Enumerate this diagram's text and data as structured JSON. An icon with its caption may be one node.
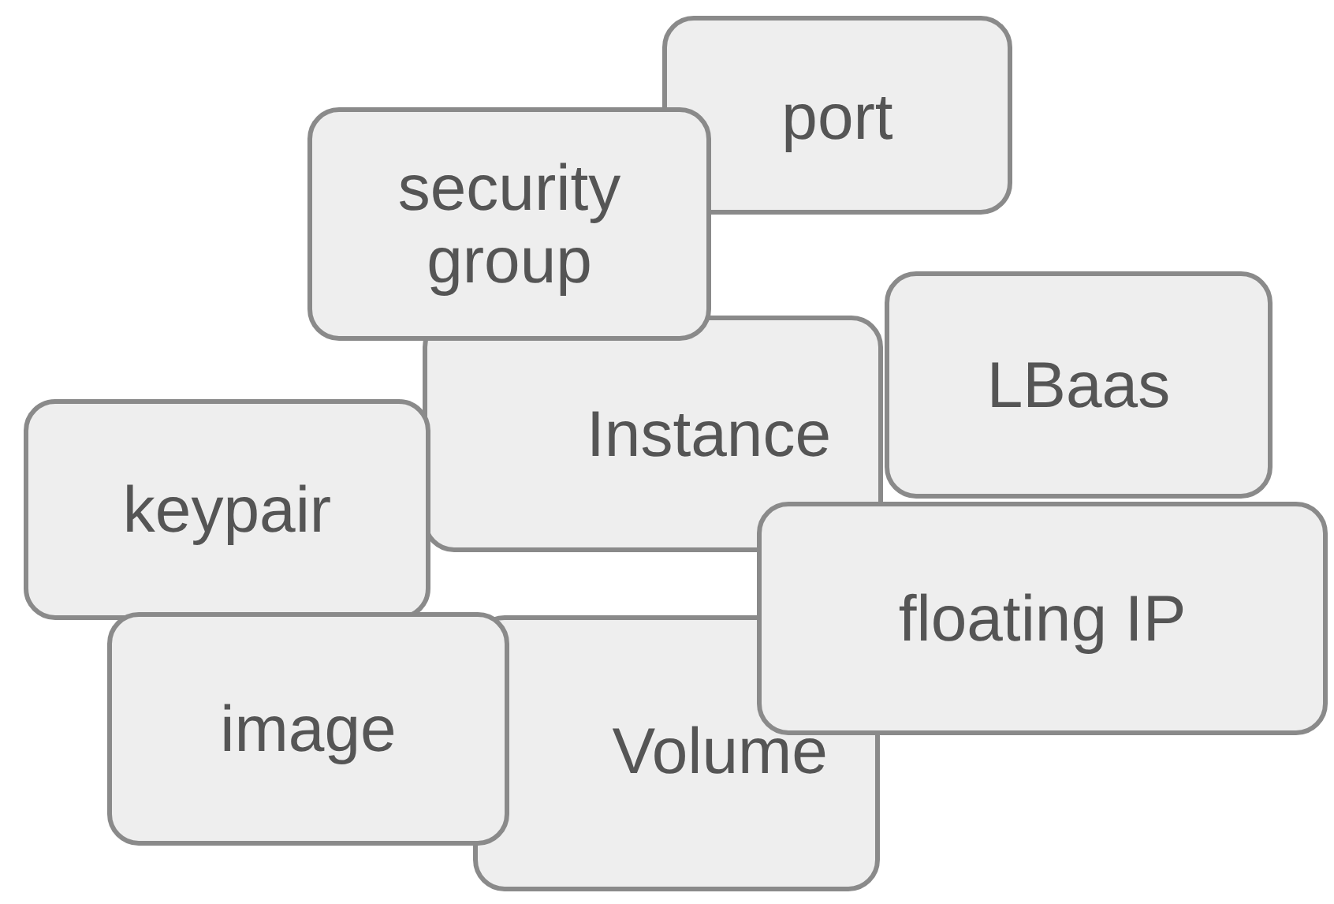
{
  "diagram": {
    "nodes": [
      {
        "text": [
          "port"
        ]
      },
      {
        "text": [
          "security group"
        ]
      },
      {
        "text": [
          "Instance"
        ]
      },
      {
        "text": [
          "LBaas"
        ]
      },
      {
        "text": [
          "keypair"
        ]
      },
      {
        "text": [
          "floating IP"
        ]
      },
      {
        "text": [
          "image"
        ]
      },
      {
        "text": [
          "Volume"
        ]
      }
    ]
  }
}
